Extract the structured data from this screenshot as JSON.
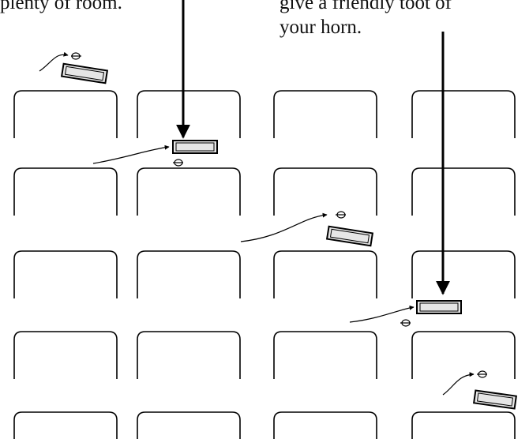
{
  "captions": {
    "left_fragment": "plenty of room.",
    "right_fragment": "give a friendly toot of\nyour horn."
  },
  "scene": {
    "grid": {
      "rows": 5,
      "columns": 4
    },
    "line_color": "#000000",
    "car_fill": "#e6e6e6",
    "direction_marker": "arrow-line",
    "rider_icon": "cyclist-icon"
  }
}
